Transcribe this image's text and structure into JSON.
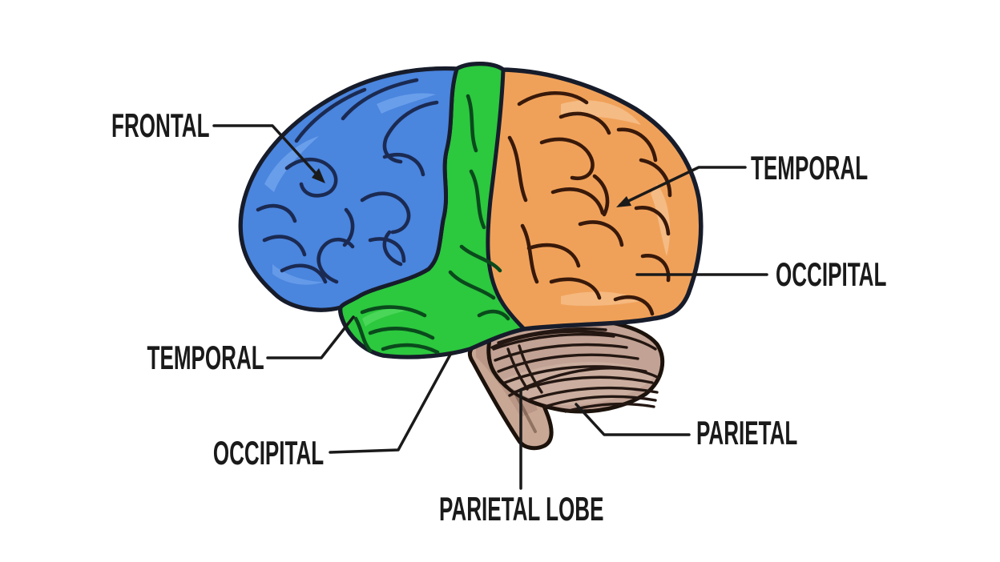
{
  "diagram": {
    "type": "labeled-anatomy-diagram",
    "subject": "human brain, lateral view",
    "labels": {
      "frontal": "FRONTAL",
      "temporal_upper_right": "TEMPORAL",
      "occipital_right": "OCCIPITAL",
      "temporal_lower_left": "TEMPORAL",
      "occipital_lower_left": "OCCIPITAL",
      "parietal_lower_right": "PARIETAL",
      "parietal_lobe_bottom": "PARIETAL LOBE"
    },
    "colors": {
      "frontal_region_fill": "#4a85de",
      "central_strip_fill": "#2cc83e",
      "posterior_region_fill": "#f0a159",
      "cerebellum_fill": "#c2a294",
      "brainstem_fill": "#c9a795",
      "outline": "#171c2b",
      "leader_line": "#1a1a1a",
      "label_text": "#1a1a1a",
      "background": "#ffffff"
    }
  }
}
